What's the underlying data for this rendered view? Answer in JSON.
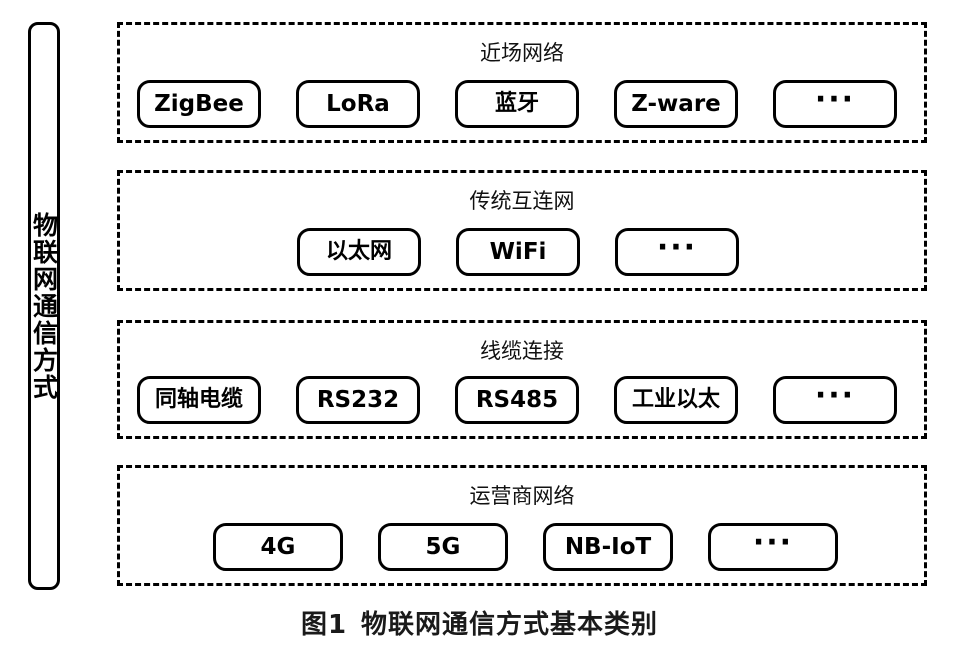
{
  "figure": {
    "side_label": "物联网通信方式",
    "caption_number": "图1",
    "caption_text": "物联网通信方式基本类别"
  },
  "groups": [
    {
      "title": "近场网络",
      "items": [
        {
          "label": "ZigBee",
          "kind": "latin"
        },
        {
          "label": "LoRa",
          "kind": "latin"
        },
        {
          "label": "蓝牙",
          "kind": "cjk"
        },
        {
          "label": "Z-ware",
          "kind": "latin"
        },
        {
          "label": "···",
          "kind": "ellipsis"
        }
      ]
    },
    {
      "title": "传统互连网",
      "items": [
        {
          "label": "以太网",
          "kind": "cjk"
        },
        {
          "label": "WiFi",
          "kind": "latin"
        },
        {
          "label": "···",
          "kind": "ellipsis"
        }
      ]
    },
    {
      "title": "线缆连接",
      "items": [
        {
          "label": "同轴电缆",
          "kind": "cjk"
        },
        {
          "label": "RS232",
          "kind": "latin"
        },
        {
          "label": "RS485",
          "kind": "latin"
        },
        {
          "label": "工业以太",
          "kind": "cjk"
        },
        {
          "label": "···",
          "kind": "ellipsis"
        }
      ]
    },
    {
      "title": "运营商网络",
      "items": [
        {
          "label": "4G",
          "kind": "latin"
        },
        {
          "label": "5G",
          "kind": "latin"
        },
        {
          "label": "NB-IoT",
          "kind": "latin"
        },
        {
          "label": "···",
          "kind": "ellipsis"
        }
      ]
    }
  ],
  "colors": {
    "ink": "#000000",
    "background": "#ffffff"
  }
}
